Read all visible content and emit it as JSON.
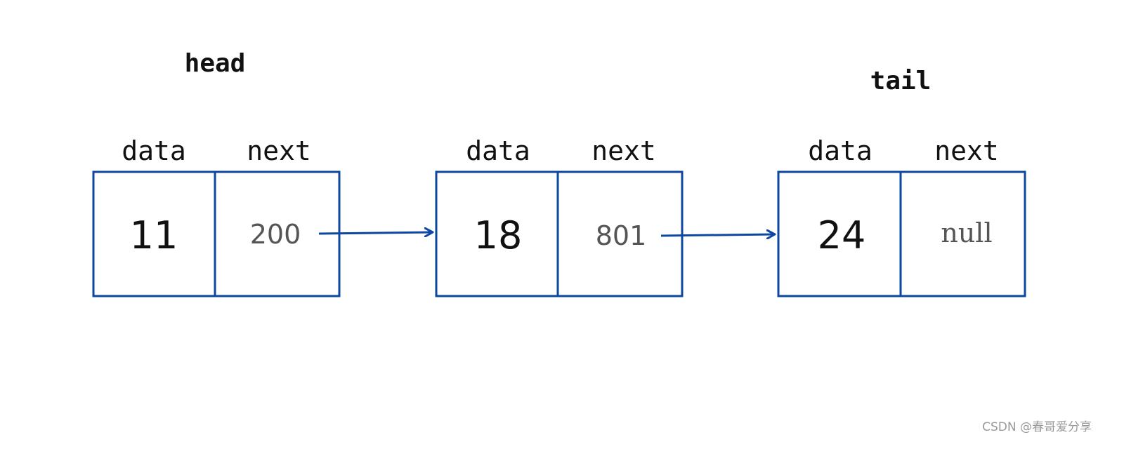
{
  "pointers": {
    "head": "head",
    "tail": "tail"
  },
  "field_labels": {
    "data": "data",
    "next": "next"
  },
  "nodes": [
    {
      "data": "11",
      "next": "200"
    },
    {
      "data": "18",
      "next": "801"
    },
    {
      "data": "24",
      "next": "null"
    }
  ],
  "colors": {
    "box_stroke": "#0d47a1",
    "arrow": "#0d47a1"
  },
  "watermark": "CSDN @春哥爱分享"
}
